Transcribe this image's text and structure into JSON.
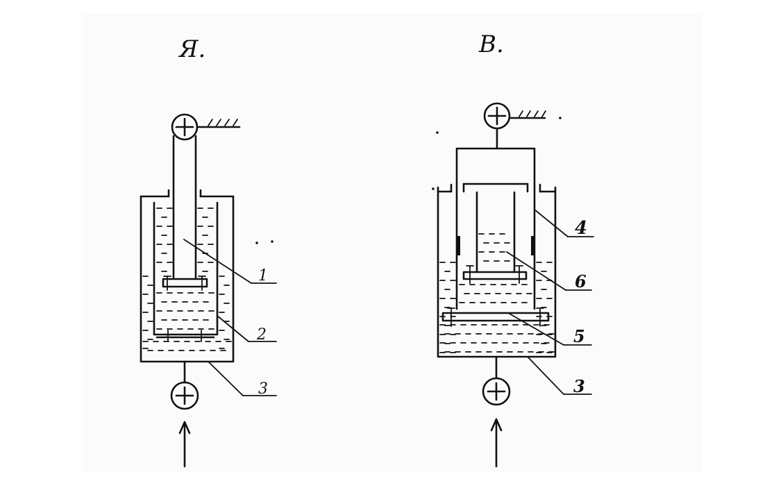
{
  "figure": {
    "panel_a": {
      "title": "Я.",
      "labels": {
        "label_1": "1",
        "label_2": "2",
        "label_3": "3"
      }
    },
    "panel_b": {
      "title": "B.",
      "labels": {
        "label_4": "4",
        "label_6": "6",
        "label_5": "5",
        "label_3": "3"
      }
    }
  }
}
